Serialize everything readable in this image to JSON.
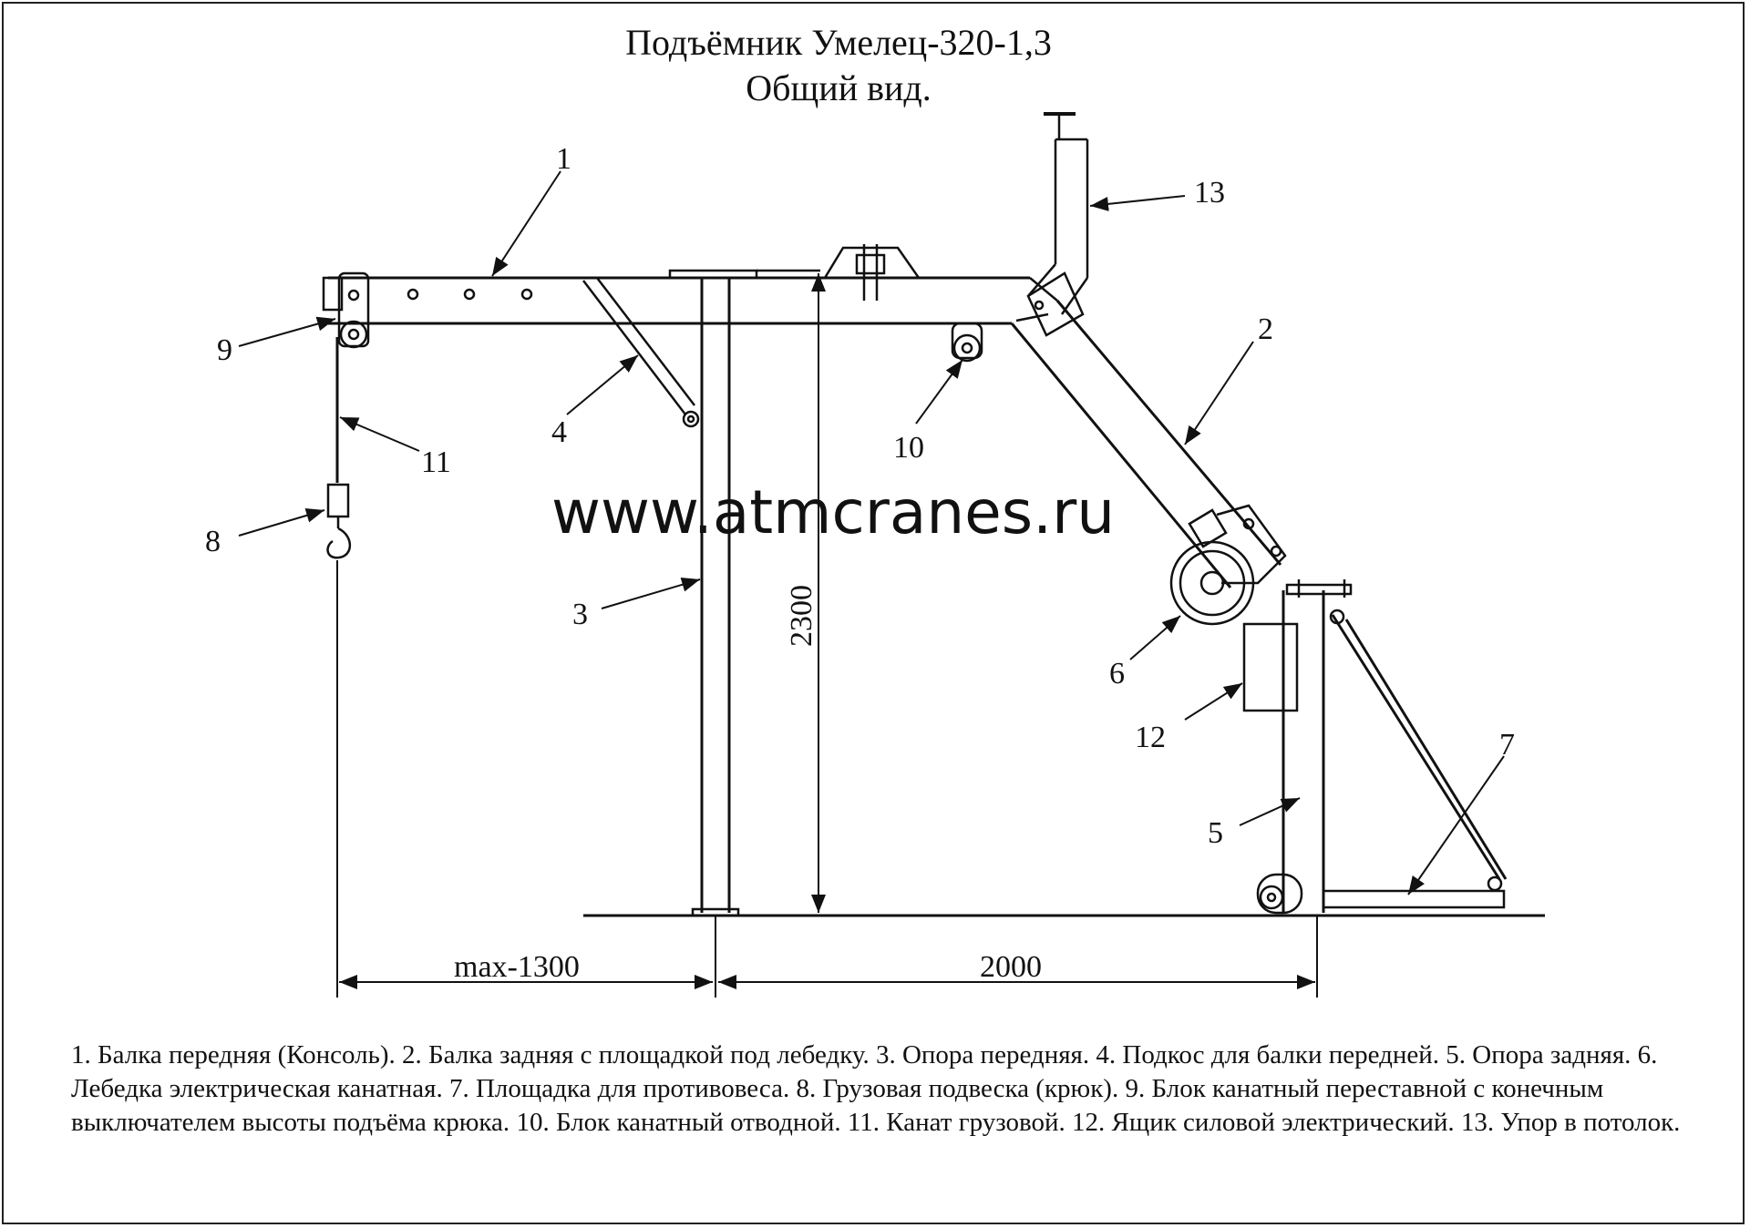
{
  "title": {
    "line1": "Подъёмник Умелец-320-1,3",
    "line2": "Общий вид."
  },
  "watermark": "www.atmcranes.ru",
  "dimensions": {
    "height": "2300",
    "left_span": "max-1300",
    "right_span": "2000"
  },
  "callouts": {
    "c1": "1",
    "c2": "2",
    "c3": "3",
    "c4": "4",
    "c5": "5",
    "c6": "6",
    "c7": "7",
    "c8": "8",
    "c9": "9",
    "c10": "10",
    "c11": "11",
    "c12": "12",
    "c13": "13"
  },
  "legend": [
    "1. Балка передняя (Консоль).",
    "2. Балка задняя с площадкой под лебедку.",
    "3. Опора передняя.",
    "4. Подкос для балки передней.",
    "5. Опора задняя.",
    "6. Лебедка электрическая канатная.",
    "7. Площадка для противовеса.",
    "8. Грузовая подвеска (крюк).",
    "9. Блок канатный переставной с конечным выключателем высоты подъёма крюка.",
    "10. Блок канатный отводной.",
    "11. Канат грузовой.",
    "12. Ящик силовой электрический.",
    "13. Упор в потолок."
  ],
  "colors": {
    "ink": "#111111",
    "background": "#ffffff"
  }
}
